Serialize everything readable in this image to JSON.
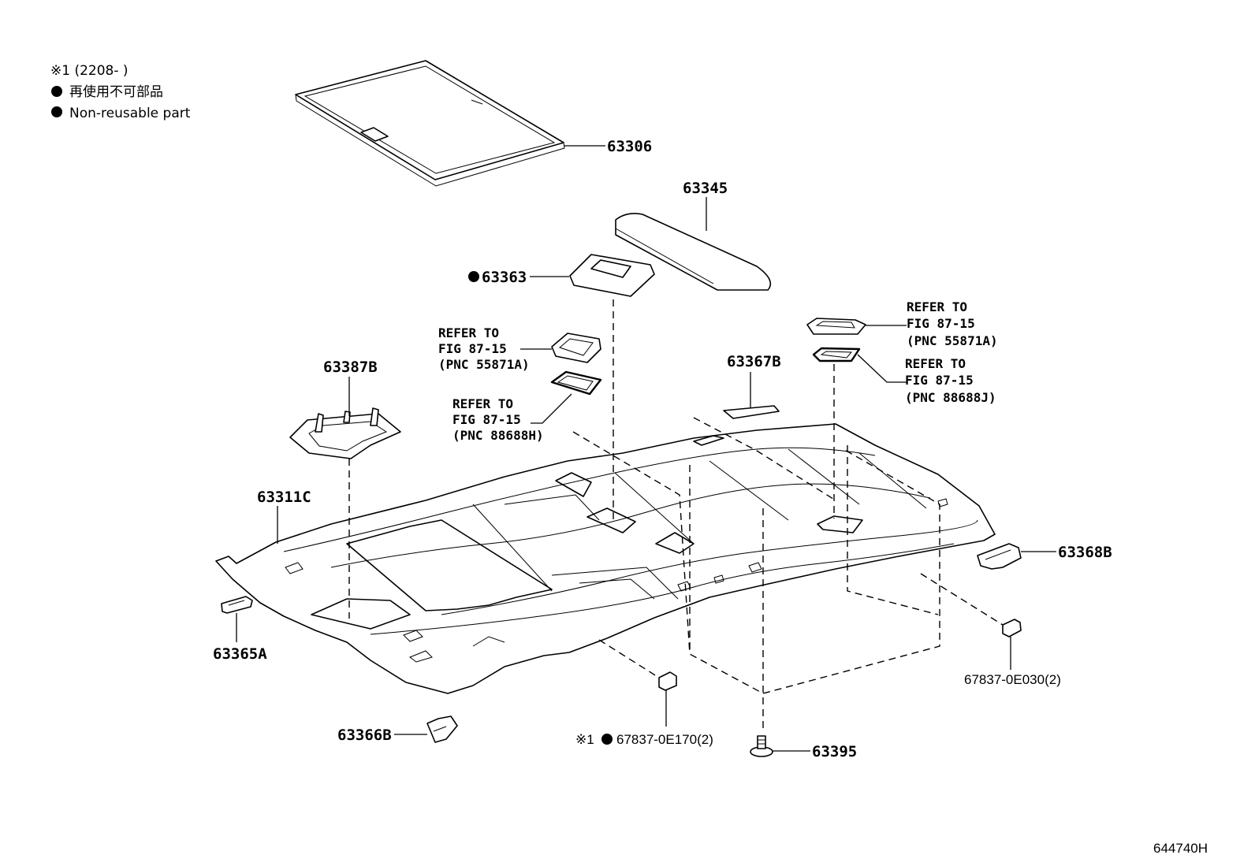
{
  "legend": {
    "note_line": "※1 (2208-      )",
    "nonreusable_jp": "再使用不可部品",
    "nonreusable_en": "Non-reusable part"
  },
  "parts": {
    "p63306": "63306",
    "p63345": "63345",
    "p63363": "63363",
    "p63387b": "63387B",
    "p63311c": "63311C",
    "p63367b": "63367B",
    "p63368b": "63368B",
    "p63365a": "63365A",
    "p63366b": "63366B",
    "p67837_e170": "67837-0E170(2)",
    "p67837_e170_prefix": "※1",
    "p67837_e030": "67837-0E030(2)",
    "p63395": "63395"
  },
  "refs": {
    "left_top": {
      "l1": "REFER TO",
      "l2": "FIG 87-15",
      "l3": "(PNC 55871A)"
    },
    "left_bottom": {
      "l1": "REFER TO",
      "l2": "FIG 87-15",
      "l3": "(PNC 88688H)"
    },
    "right_top": {
      "l1": "REFER TO",
      "l2": "FIG 87-15",
      "l3": "(PNC 55871A)"
    },
    "right_bottom": {
      "l1": "REFER TO",
      "l2": "FIG 87-15",
      "l3": "(PNC 88688J)"
    }
  },
  "diagram_code": "644740H"
}
